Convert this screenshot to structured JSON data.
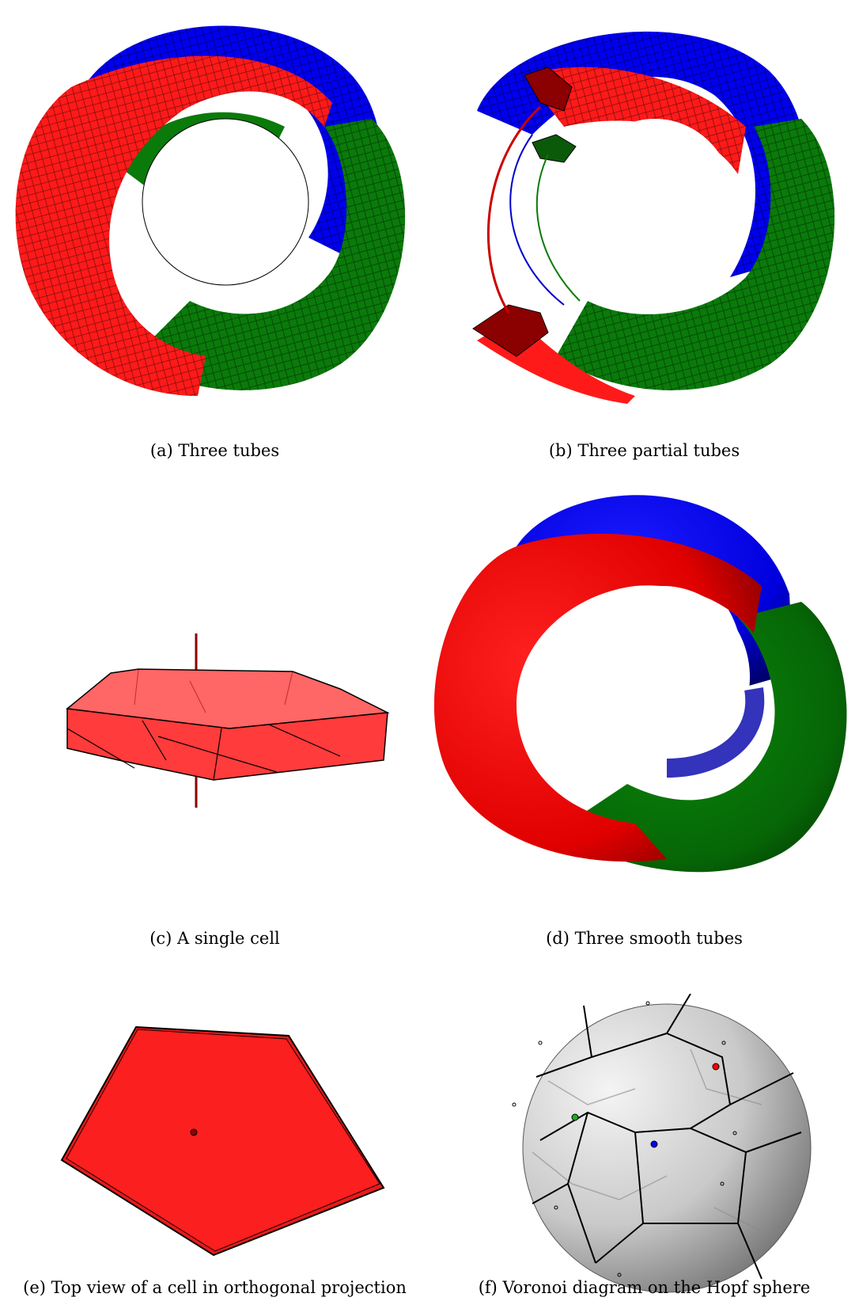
{
  "figure": {
    "panels": [
      {
        "id": "a",
        "caption": "(a) Three tubes"
      },
      {
        "id": "b",
        "caption": "(b) Three partial tubes"
      },
      {
        "id": "c",
        "caption": "(c) A single cell"
      },
      {
        "id": "d",
        "caption": "(d) Three smooth tubes"
      },
      {
        "id": "e",
        "caption": "(e) Top view of a cell in orthogonal projection"
      },
      {
        "id": "f",
        "caption": "(f) Voronoi diagram on the Hopf sphere"
      }
    ],
    "colors": {
      "tube_red": "#ff1a1a",
      "tube_blue": "#0000ee",
      "tube_green": "#0a7a0a",
      "cell_red": "#ff2a2a",
      "dark_red": "#8b0000",
      "sphere_gray": "#c8c8c8"
    }
  }
}
